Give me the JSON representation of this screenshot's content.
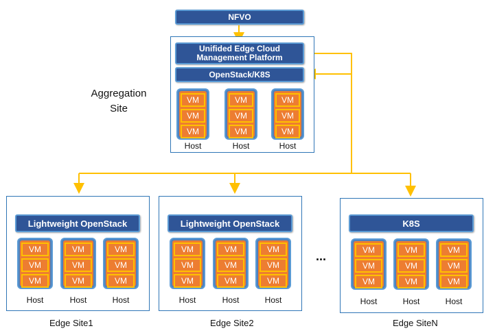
{
  "nfvo": "NFVO",
  "aggregation": {
    "label": "Aggregation\nSite",
    "platform": "Unifided Edge Cloud\nManagement Platform",
    "openstack": "OpenStack/K8S",
    "vm_label": "VM",
    "host_label": "Host"
  },
  "edge_sites": [
    {
      "name": "Edge Site1",
      "platform": "Lightweight OpenStack"
    },
    {
      "name": "Edge Site2",
      "platform": "Lightweight OpenStack"
    },
    {
      "name": "Edge SiteN",
      "platform": "K8S"
    }
  ],
  "ellipsis": "...",
  "colors": {
    "bar": "#2f5597",
    "vm": "#ed7d31",
    "vm_border": "#ffc000",
    "connector": "#ffc000"
  }
}
